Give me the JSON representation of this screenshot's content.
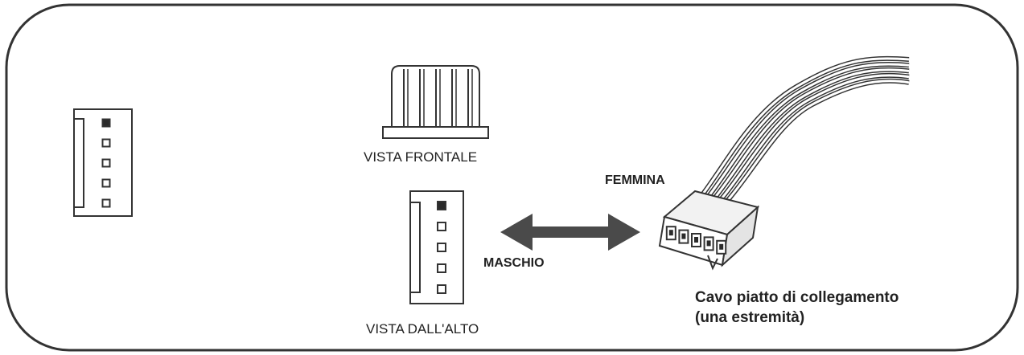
{
  "labels": {
    "front_view": "VISTA FRONTALE",
    "top_view": "VISTA DALL'ALTO",
    "female": "FEMMINA",
    "male": "MASCHIO",
    "cable_line1": "Cavo piatto di collegamento",
    "cable_line2": "(una estremità)"
  },
  "connector": {
    "pin_count": 5
  },
  "cable": {
    "wire_count": 5
  },
  "colors": {
    "outline": "#333333",
    "arrow": "#4a4a4a",
    "pin_dark": "#2a2a2a",
    "pin_light": "#ffffff"
  },
  "icons": {
    "arrow": "double-headed-arrow"
  }
}
